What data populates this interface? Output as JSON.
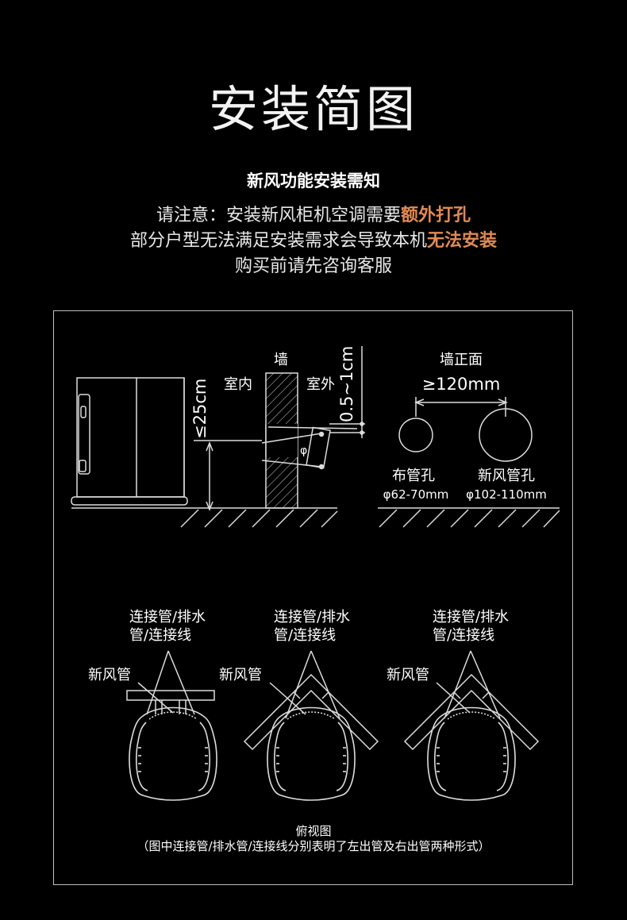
{
  "header": {
    "title": "安装简图",
    "subtitle": "新风功能安装需知"
  },
  "notice": {
    "line1_prefix": "请注意：安装新风柜机空调需要",
    "line1_highlight": "额外打孔",
    "line2_prefix": "部分户型无法满足安装需求会导致本机",
    "line2_highlight": "无法安装",
    "line3": "购买前请先咨询客服"
  },
  "side_view": {
    "wall_label": "墙",
    "indoor_label": "室内",
    "outdoor_label": "室外",
    "slope_label": "0.5~1cm",
    "height_label": "≤25cm",
    "pipe_symbol": "φ"
  },
  "front_view": {
    "title": "墙正面",
    "spacing_label": "≥120mm",
    "hole1_name": "布管孔",
    "hole1_size": "φ62-70mm",
    "hole2_name": "新风管孔",
    "hole2_size": "φ102-110mm"
  },
  "top_views": [
    {
      "pipe_label_1": "连接管/排水",
      "pipe_label_2": "管/连接线",
      "fresh_air_label": "新风管"
    },
    {
      "pipe_label_1": "连接管/排水",
      "pipe_label_2": "管/连接线",
      "fresh_air_label": "新风管"
    },
    {
      "pipe_label_1": "连接管/排水",
      "pipe_label_2": "管/连接线",
      "fresh_air_label": "新风管"
    }
  ],
  "caption": {
    "title": "俯视图",
    "note": "（图中连接管/排水管/连接线分别表明了左出管及右出管两种形式）"
  },
  "colors": {
    "background": "#000000",
    "accent": "#e08a55",
    "line": "#d9d9d9"
  }
}
